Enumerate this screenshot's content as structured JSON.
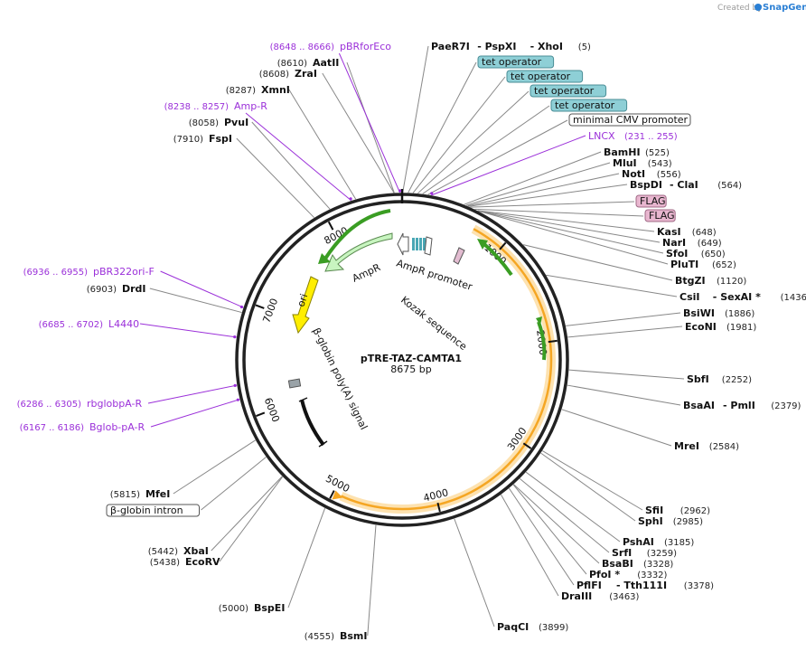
{
  "credit": "Created by",
  "brand": "SnapGene",
  "plasmid": {
    "name": "pTRE-TAZ-CAMTA1",
    "length": "8675 bp",
    "total_bp": 8675
  },
  "ticks": [
    {
      "bp": 1000,
      "label": "1000"
    },
    {
      "bp": 2000,
      "label": "2000"
    },
    {
      "bp": 3000,
      "label": "3000"
    },
    {
      "bp": 4000,
      "label": "4000"
    },
    {
      "bp": 5000,
      "label": "5000"
    },
    {
      "bp": 6000,
      "label": "6000"
    },
    {
      "bp": 7000,
      "label": "7000"
    },
    {
      "bp": 8000,
      "label": "8000"
    }
  ],
  "enzymes": [
    {
      "pos": "(5)",
      "name": "PaeR7I",
      "extra": [
        "- PspXI",
        "- XhoI"
      ],
      "bp": 5
    },
    {
      "pos": "(525)",
      "name": "BamHI",
      "bp": 525
    },
    {
      "pos": "(543)",
      "name": "MluI",
      "bp": 543
    },
    {
      "pos": "(556)",
      "name": "NotI",
      "bp": 556
    },
    {
      "pos": "(564)",
      "name": "BspDI",
      "extra": [
        "- ClaI"
      ],
      "bp": 564
    },
    {
      "pos": "(648)",
      "name": "KasI",
      "bp": 648
    },
    {
      "pos": "(649)",
      "name": "NarI",
      "bp": 649
    },
    {
      "pos": "(650)",
      "name": "SfoI",
      "bp": 650
    },
    {
      "pos": "(652)",
      "name": "PluTI",
      "bp": 652
    },
    {
      "pos": "(1120)",
      "name": "BtgZI",
      "bp": 1120
    },
    {
      "pos": "(1436)",
      "name": "CsiI",
      "extra": [
        "- SexAI *"
      ],
      "bp": 1436
    },
    {
      "pos": "(1886)",
      "name": "BsiWI",
      "bp": 1886
    },
    {
      "pos": "(1981)",
      "name": "EcoNI",
      "bp": 1981
    },
    {
      "pos": "(2252)",
      "name": "SbfI",
      "bp": 2252
    },
    {
      "pos": "(2379)",
      "name": "BsaAI",
      "extra": [
        "- PmlI"
      ],
      "bp": 2379
    },
    {
      "pos": "(2584)",
      "name": "MreI",
      "bp": 2584
    },
    {
      "pos": "(2962)",
      "name": "SfiI",
      "bp": 2962
    },
    {
      "pos": "(2985)",
      "name": "SphI",
      "bp": 2985
    },
    {
      "pos": "(3185)",
      "name": "PshAI",
      "bp": 3185
    },
    {
      "pos": "(3259)",
      "name": "SrfI",
      "bp": 3259
    },
    {
      "pos": "(3328)",
      "name": "BsaBI",
      "bp": 3328
    },
    {
      "pos": "(3332)",
      "name": "PfoI *",
      "bp": 3332
    },
    {
      "pos": "(3378)",
      "name": "PflFI",
      "extra": [
        "- Tth111I"
      ],
      "bp": 3378
    },
    {
      "pos": "(3463)",
      "name": "DraIII",
      "bp": 3463
    },
    {
      "pos": "(3899)",
      "name": "PaqCI",
      "bp": 3899
    },
    {
      "pos": "(4555)",
      "name": "BsmI",
      "bp": 4555
    },
    {
      "pos": "(5000)",
      "name": "BspEI",
      "bp": 5000
    },
    {
      "pos": "(5438)",
      "name": "EcoRV",
      "bp": 5438
    },
    {
      "pos": "(5442)",
      "name": "XbaI",
      "bp": 5442
    },
    {
      "pos": "(5815)",
      "name": "MfeI",
      "bp": 5815
    },
    {
      "pos": "(6903)",
      "name": "DrdI",
      "bp": 6903
    },
    {
      "pos": "(7910)",
      "name": "FspI",
      "bp": 7910
    },
    {
      "pos": "(8058)",
      "name": "PvuI",
      "bp": 8058
    },
    {
      "pos": "(8287)",
      "name": "XmnI",
      "bp": 8287
    },
    {
      "pos": "(8608)",
      "name": "ZraI",
      "bp": 8608
    },
    {
      "pos": "(8610)",
      "name": "AatII",
      "bp": 8610
    }
  ],
  "primers": [
    {
      "range": "(8648 .. 8666)",
      "name": "pBRforEco",
      "bp": 8657
    },
    {
      "range": "(8238 .. 8257)",
      "name": "Amp-R",
      "bp": 8248
    },
    {
      "range": "(231 .. 255)",
      "name": "LNCX",
      "bp": 243
    },
    {
      "range": "(6936 .. 6955)",
      "name": "pBR322ori-F",
      "bp": 6946
    },
    {
      "range": "(6685 .. 6702)",
      "name": "L4440",
      "bp": 6694
    },
    {
      "range": "(6286 .. 6305)",
      "name": "rbglobpA-R",
      "bp": 6296
    },
    {
      "range": "(6167 .. 6186)",
      "name": "Bglob-pA-R",
      "bp": 6177
    }
  ],
  "boxed_features": [
    {
      "label": "tet operator",
      "style": "teal",
      "bp": 50
    },
    {
      "label": "tet operator",
      "style": "teal",
      "bp": 90
    },
    {
      "label": "tet operator",
      "style": "teal",
      "bp": 130
    },
    {
      "label": "tet operator",
      "style": "teal",
      "bp": 170
    },
    {
      "label": "minimal CMV promoter",
      "style": "white",
      "bp": 215
    },
    {
      "label": "FLAG",
      "style": "pink",
      "bp": 580
    },
    {
      "label": "FLAG",
      "style": "pink",
      "bp": 620
    },
    {
      "label": "β-globin intron",
      "style": "white",
      "bp": 5650
    }
  ],
  "inner_features": [
    {
      "label": "AmpR promoter"
    },
    {
      "label": "AmpR"
    },
    {
      "label": "Kozak sequence"
    },
    {
      "label": "ori"
    },
    {
      "label": "β-globin poly(A) signal"
    }
  ],
  "colors": {
    "primer": "#9b30d9",
    "orf_orange": "#f5a623",
    "green_arrow": "#3a9d23",
    "ampr_fill": "#c8f5c0",
    "ori_fill": "#ffee00",
    "tet_fill": "#8ecfd6",
    "flag_fill": "#e8b6cf"
  }
}
